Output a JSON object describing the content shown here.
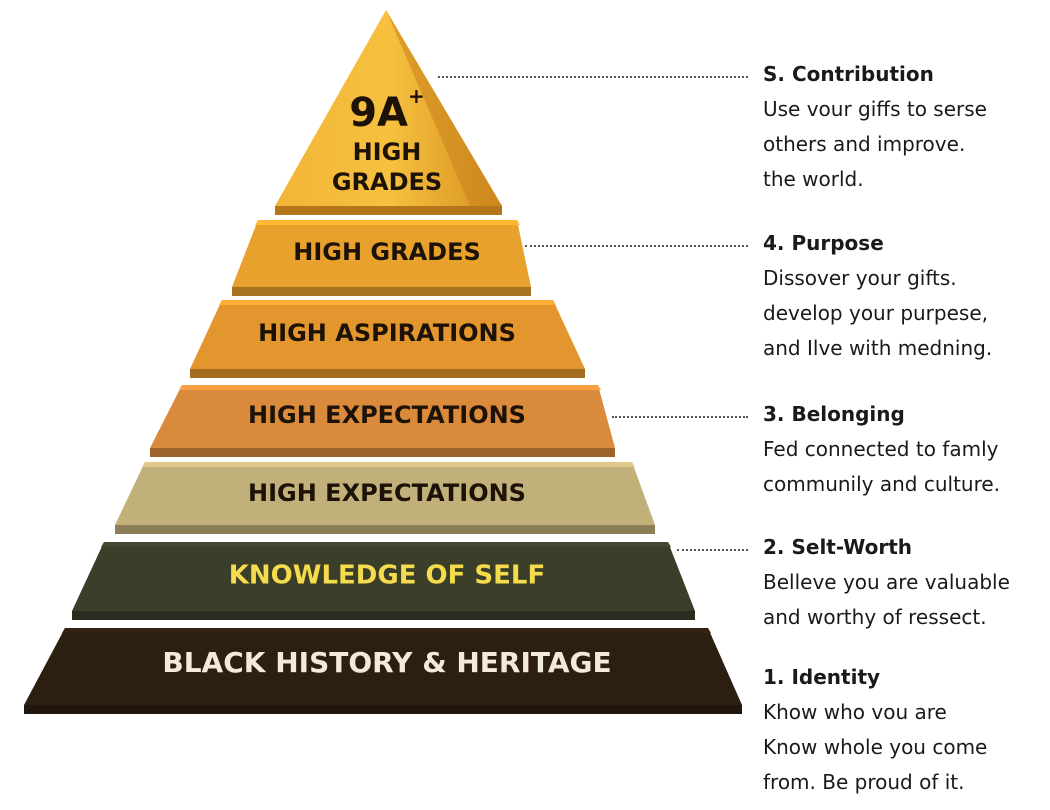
{
  "apex": {
    "score": "9A",
    "superscript": "+",
    "line1": "HIGH",
    "line2": "GRADES"
  },
  "tiers": [
    {
      "label": "HIGH GRADES",
      "color": "#e7a12c",
      "text_color": "#1c1207"
    },
    {
      "label": "HIGH ASPIRATIONS",
      "color": "#e3962e",
      "text_color": "#1c1207"
    },
    {
      "label": "HIGH EXPECTATIONS",
      "color": "#d98a3b",
      "text_color": "#1c1207"
    },
    {
      "label": "HIGH EXPECTATIONS",
      "color": "#c2b07a",
      "text_color": "#1c1207"
    },
    {
      "label": "KNOWLEDGE OF SELF",
      "color": "#3b3f2a",
      "text_color": "#f4dc4c"
    },
    {
      "label": "BLACK HISTORY & HERITAGE",
      "color": "#2d1e12",
      "text_color": "#f3ebd9"
    }
  ],
  "notes": [
    {
      "title": "S. Contribution",
      "lines": [
        "Use vour giffs to serse",
        "others and improve.",
        "the world."
      ]
    },
    {
      "title": "4. Purpose",
      "lines": [
        "Dissover your gifts.",
        "develop your purpese,",
        "and Ilve with medning."
      ]
    },
    {
      "title": "3. Belonging",
      "lines": [
        "Fed connected to famly",
        "communily  and culture."
      ]
    },
    {
      "title": "2. Selt-Worth",
      "lines": [
        "Belleve you are valuable",
        "and worthy of ressect."
      ]
    },
    {
      "title": "1. Identity",
      "lines": [
        "Khow who vou are",
        "Know whole you come",
        "from. Be proud of it."
      ]
    }
  ]
}
